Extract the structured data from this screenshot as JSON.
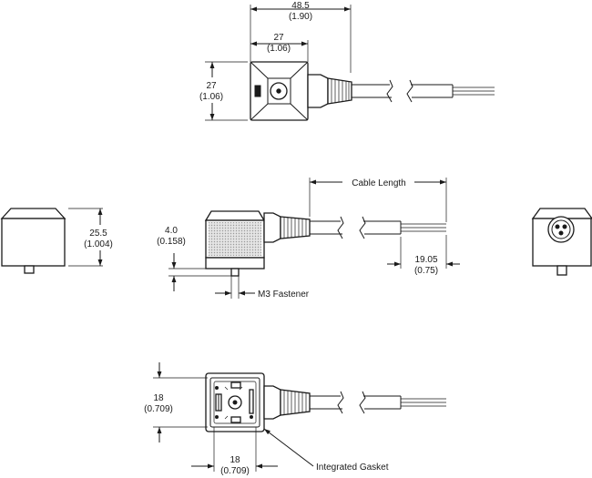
{
  "top_view": {
    "overall_mm": "48.5",
    "overall_in": "(1.90)",
    "width_mm": "27",
    "width_in": "(1.06)",
    "height_mm": "27",
    "height_in": "(1.06)"
  },
  "side_view": {
    "cable_length": "Cable Length",
    "offset_mm": "4.0",
    "offset_in": "(0.158)",
    "fastener": "M3 Fastener",
    "strip_mm": "19.05",
    "strip_in": "(0.75)"
  },
  "left_view": {
    "height_mm": "25.5",
    "height_in": "(1.004)"
  },
  "front_view": {
    "height_mm": "18",
    "height_in": "(0.709)",
    "width_mm": "18",
    "width_in": "(0.709)",
    "gasket": "Integrated Gasket"
  }
}
